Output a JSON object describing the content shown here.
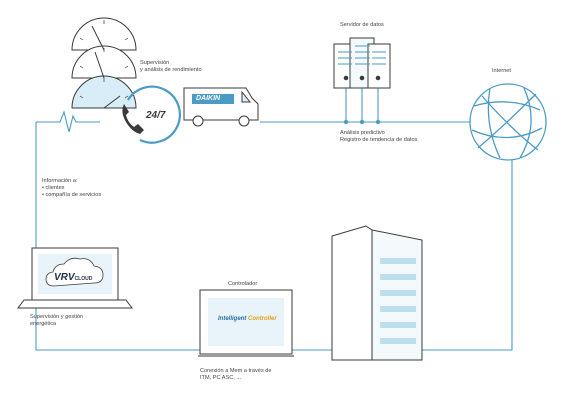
{
  "labels": {
    "supervision": [
      "Supervisión",
      "y análisis de rendimiento"
    ],
    "hours": "24/7",
    "van_brand": "DAIKIN",
    "data_server": "Servidor de datos",
    "analysis": [
      "Análisis predictivo",
      "Registro de tendencia de datos"
    ],
    "internet": "Internet",
    "info": [
      "Información a:",
      "• clientes",
      "• compañía de servicios"
    ],
    "laptop_caption": [
      "Supervisión y gestión",
      "energética"
    ],
    "laptop_logo": "VRV",
    "laptop_logo_small": "CLOUD",
    "controller": "Controlador",
    "controller_logo": [
      "Intelligent",
      "Controller"
    ],
    "connection": [
      "Conexión a Mem a través de",
      "ITM, PC ASC, ..."
    ]
  },
  "colors": {
    "line": "#4a9bc6",
    "dark": "#3a3a3a",
    "light_blue": "#d8edf7",
    "mid_blue": "#bde0f0"
  }
}
